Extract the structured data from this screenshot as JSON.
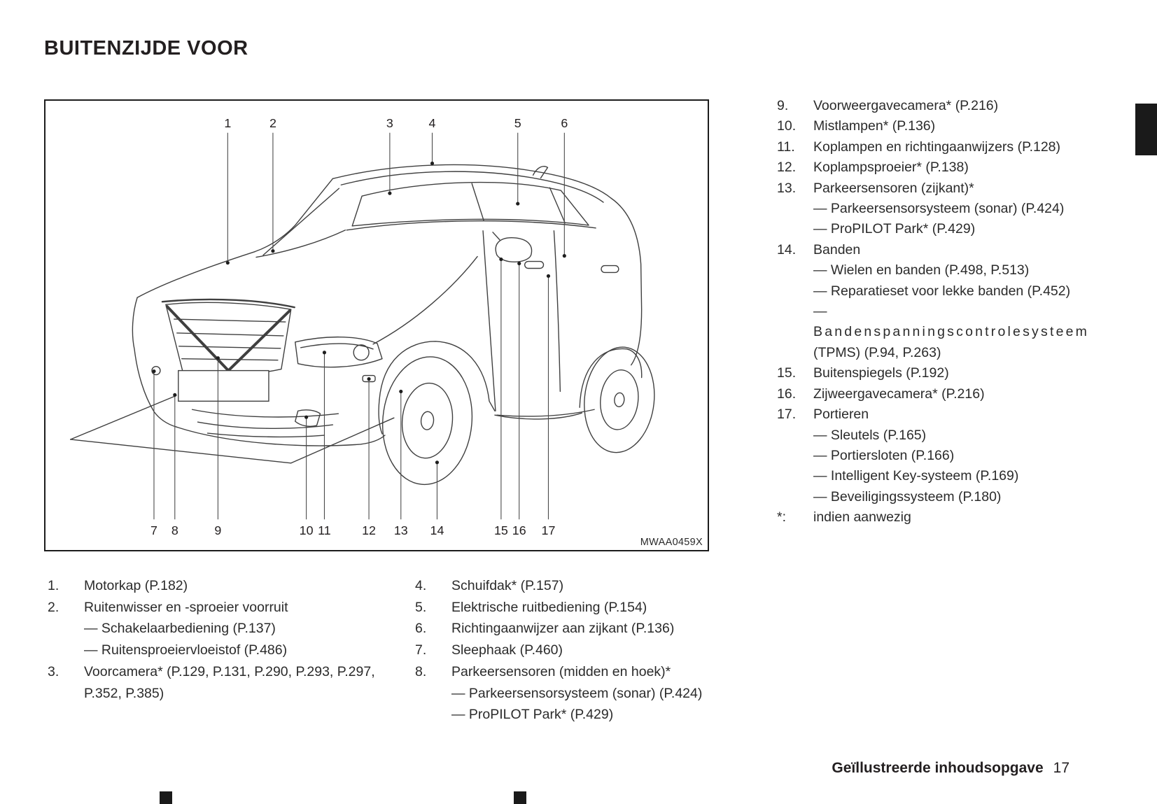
{
  "page": {
    "title": "BUITENZIJDE VOOR",
    "figure_code": "MWAA0459X",
    "footer": {
      "section_label": "Geïllustreerde inhoudsopgave",
      "page_number": "17"
    }
  },
  "colors": {
    "ink": "#231f20",
    "line": "#3f3f3f",
    "tab": "#1a1a1a"
  },
  "diagram": {
    "top_callouts": [
      "1",
      "2",
      "3",
      "4",
      "5",
      "6"
    ],
    "bottom_callouts": [
      "7",
      "8",
      "9",
      "10",
      "11",
      "12",
      "13",
      "14",
      "15",
      "16",
      "17"
    ]
  },
  "lists": {
    "left": [
      {
        "num": "1.",
        "text": "Motorkap (P.182)"
      },
      {
        "num": "2.",
        "text": "Ruitenwisser en -sproeier voorruit"
      },
      {
        "sub": "— Schakelaarbediening (P.137)"
      },
      {
        "sub": "— Ruitensproeiervloeistof (P.486)"
      },
      {
        "num": "3.",
        "text": "Voorcamera* (P.129, P.131, P.290, P.293, P.297, P.352, P.385)"
      }
    ],
    "middle": [
      {
        "num": "4.",
        "text": "Schuifdak* (P.157)"
      },
      {
        "num": "5.",
        "text": "Elektrische ruitbediening (P.154)"
      },
      {
        "num": "6.",
        "text": "Richtingaanwijzer aan zijkant (P.136)"
      },
      {
        "num": "7.",
        "text": "Sleephaak (P.460)"
      },
      {
        "num": "8.",
        "text": "Parkeersensoren (midden en hoek)*"
      },
      {
        "sub": "— Parkeersensorsysteem (sonar) (P.424)"
      },
      {
        "sub": "— ProPILOT Park* (P.429)"
      }
    ],
    "right": [
      {
        "num": "9.",
        "text": "Voorweergavecamera* (P.216)"
      },
      {
        "num": "10.",
        "text": "Mistlampen* (P.136)"
      },
      {
        "num": "11.",
        "text": "Koplampen en richtingaanwijzers (P.128)"
      },
      {
        "num": "12.",
        "text": "Koplampsproeier* (P.138)"
      },
      {
        "num": "13.",
        "text": "Parkeersensoren (zijkant)*"
      },
      {
        "sub": "— Parkeersensorsysteem (sonar) (P.424)"
      },
      {
        "sub": "— ProPILOT Park* (P.429)"
      },
      {
        "num": "14.",
        "text": "Banden"
      },
      {
        "sub": "— Wielen en banden (P.498, P.513)"
      },
      {
        "sub": "— Reparatieset voor lekke banden (P.452)"
      },
      {
        "dash": "—",
        "spaced": "Bandenspanningscontrolesysteem",
        "rest": "(TPMS) (P.94, P.263)"
      },
      {
        "num": "15.",
        "text": "Buitenspiegels (P.192)"
      },
      {
        "num": "16.",
        "text": "Zijweergavecamera* (P.216)"
      },
      {
        "num": "17.",
        "text": "Portieren"
      },
      {
        "sub": "— Sleutels (P.165)"
      },
      {
        "sub": "— Portiersloten (P.166)"
      },
      {
        "sub": "— Intelligent Key-systeem (P.169)"
      },
      {
        "sub": "— Beveiligingssysteem (P.180)"
      },
      {
        "num": "*:",
        "text": "indien aanwezig"
      }
    ]
  }
}
